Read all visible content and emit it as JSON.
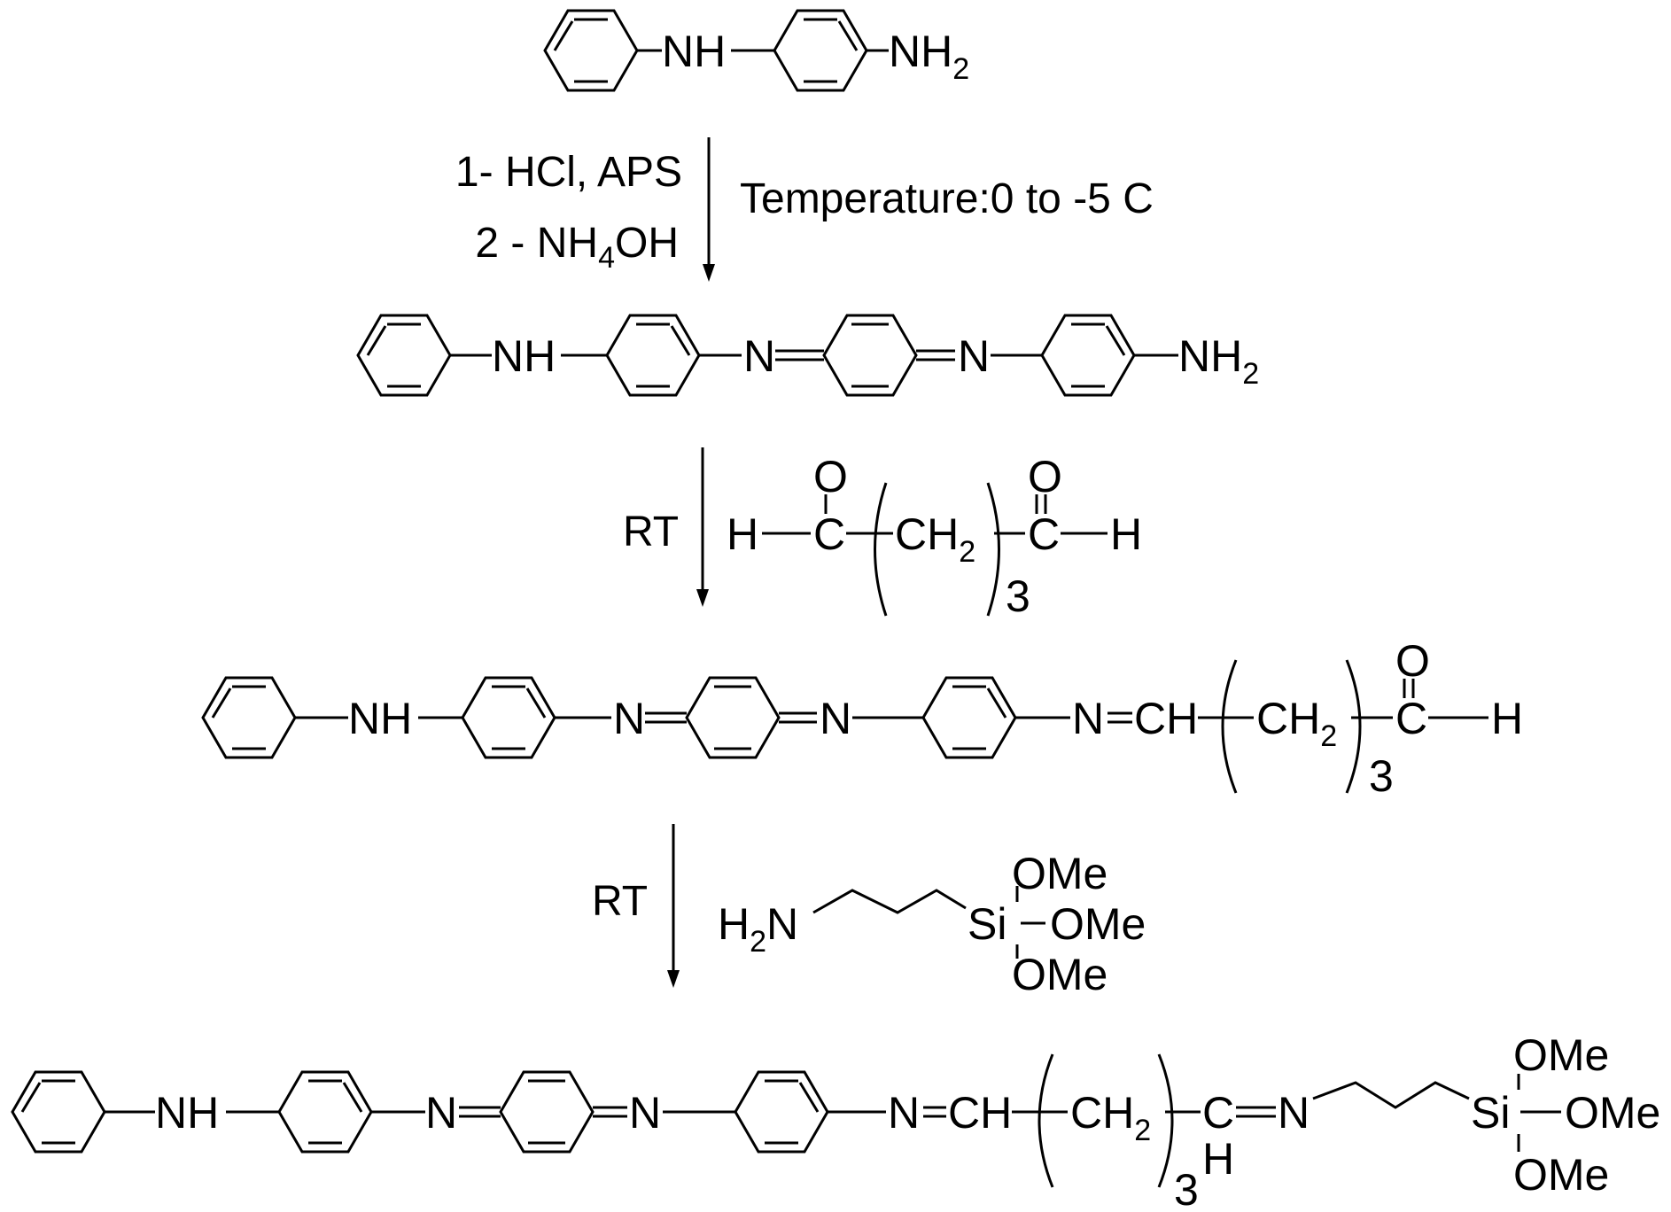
{
  "step1": {
    "reagents": {
      "line1": "1- HCl, APS",
      "line2_pre": "2 - NH",
      "line2_sub": "4",
      "line2_post": "OH"
    },
    "condition": "Temperature:0 to -5 C"
  },
  "step2": {
    "condition": "RT",
    "reagent": {
      "h": "H",
      "c": "C",
      "o": "O",
      "ch2": "CH",
      "sub2": "2",
      "n": "3"
    }
  },
  "step3": {
    "condition": "RT",
    "reagent": {
      "h2n_pre": "H",
      "h2n_sub": "2",
      "h2n_post": "N",
      "si": "Si",
      "ome": "OMe"
    }
  },
  "labels": {
    "nh": "NH",
    "nh2_pre": "NH",
    "nh2_sub": "2",
    "n": "N",
    "ch": "CH",
    "ch2": "CH",
    "sub2": "2",
    "c": "C",
    "o": "O",
    "h": "H",
    "rep": "3",
    "si": "Si",
    "ome": "OMe"
  }
}
